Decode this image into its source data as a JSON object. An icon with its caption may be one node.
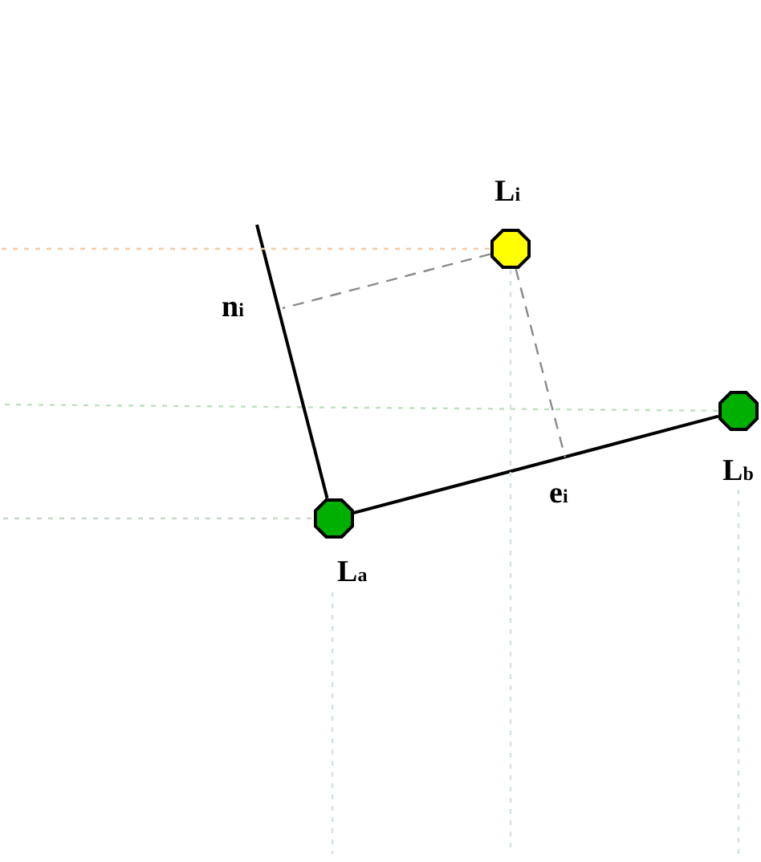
{
  "diagram": {
    "nodes": [
      {
        "text": [
          "L$_{i}$"
        ]
      },
      {
        "text": [
          "n$_{i}$"
        ]
      },
      {
        "text": [
          "L$_{a}$"
        ]
      },
      {
        "text": [
          "e$_{i}$"
        ]
      },
      {
        "text": [
          "L$_{b}$"
        ]
      }
    ],
    "edges": [
      {
        "from": 2,
        "to": null,
        "arrow": "none",
        "color": "#000000"
      },
      {
        "from": 2,
        "to": 4,
        "arrow": "none",
        "color": "#000000"
      },
      {
        "from": 0,
        "to": 1,
        "arrow": "none",
        "style": "dashed",
        "color": "#8a8a8a"
      },
      {
        "from": 0,
        "to": 3,
        "arrow": "none",
        "style": "dashed",
        "color": "#8a8a8a"
      },
      {
        "from": 0,
        "to": null,
        "arrow": "none",
        "style": "dashed",
        "color": "#f5cba6"
      },
      {
        "from": 4,
        "to": null,
        "arrow": "none",
        "style": "dashed",
        "color": "#bfe0bf"
      },
      {
        "from": 2,
        "to": null,
        "arrow": "none",
        "style": "dashed",
        "color": "#c9d6c9"
      },
      {
        "from": 0,
        "to": null,
        "arrow": "none",
        "style": "dashed",
        "color": "#d3e2e6"
      },
      {
        "from": 2,
        "to": null,
        "arrow": "none",
        "style": "dashed",
        "color": "#d3e2e6"
      },
      {
        "from": 4,
        "to": null,
        "arrow": "none",
        "style": "dashed",
        "color": "#d3e2e6"
      }
    ]
  }
}
